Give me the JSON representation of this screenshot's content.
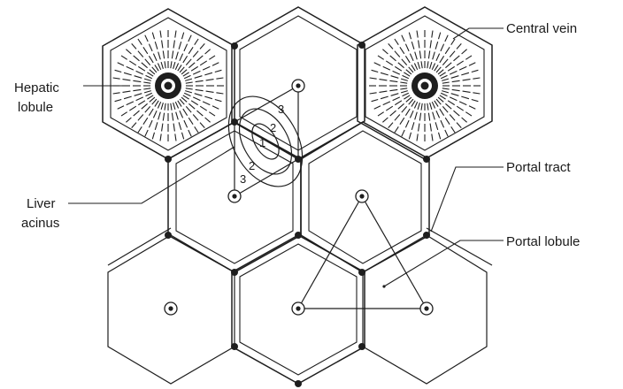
{
  "labels": {
    "hepatic_lobule": [
      "Hepatic",
      "lobule"
    ],
    "liver_acinus": [
      "Liver",
      "acinus"
    ],
    "central_vein": "Central vein",
    "portal_tract": "Portal tract",
    "portal_lobule": "Portal lobule"
  },
  "acinus_zones": [
    "3",
    "2",
    "1",
    "2",
    "3"
  ],
  "colors": {
    "line": "#1e1e1e",
    "background": "#ffffff"
  }
}
